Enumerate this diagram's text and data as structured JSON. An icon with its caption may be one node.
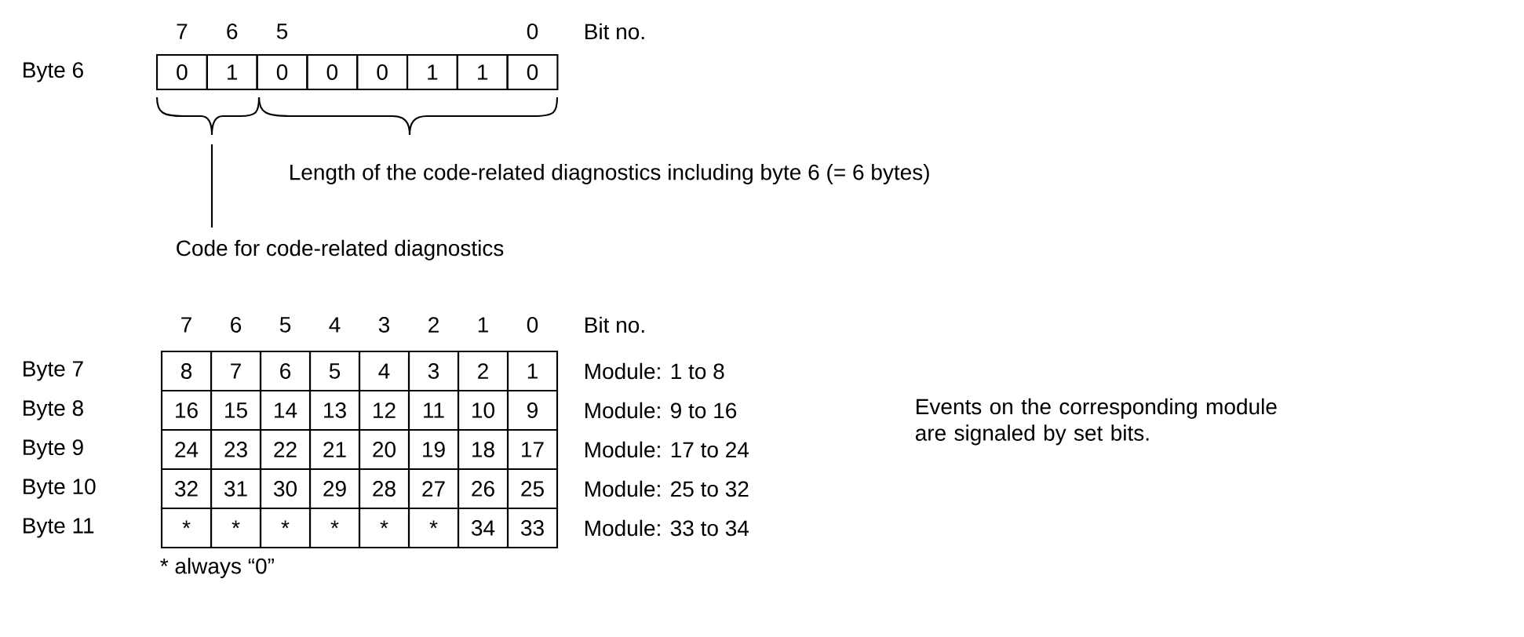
{
  "diagram": {
    "nodes": [
      {
        "text": [
          "Code for code-related diagnostics"
        ]
      },
      {
        "text": [],
        "shape": "brace"
      }
    ],
    "edges": [
      {
        "from": 0,
        "to": 1,
        "arrow": "none"
      }
    ],
    "labels": [
      "7",
      "6",
      "5",
      "0",
      "Bit no.",
      "Byte 6",
      "0",
      "1",
      "0",
      "0",
      "0",
      "1",
      "1",
      "0",
      "Length of the code-related diagnostics including byte 6 (= 6 bytes)",
      "7",
      "6",
      "5",
      "4",
      "3",
      "2",
      "1",
      "0",
      "Bit no.",
      "Byte 7",
      "8",
      "7",
      "6",
      "5",
      "4",
      "3",
      "2",
      "1",
      "Module: 1 to 8",
      "Byte 8",
      "16",
      "15",
      "14",
      "13",
      "12",
      "11",
      "10",
      "9",
      "Module: 9 to 16",
      "Byte 9",
      "24",
      "23",
      "22",
      "21",
      "20",
      "19",
      "18",
      "17",
      "Module: 17 to 24",
      "Byte 10",
      "32",
      "31",
      "30",
      "29",
      "28",
      "27",
      "26",
      "25",
      "Module: 25 to 32",
      "Byte 11",
      "*",
      "*",
      "*",
      "*",
      "*",
      "*",
      "34",
      "33",
      "Module: 33 to 34",
      "Events on the corresponding module are signaled by set bits.",
      "* always “0”"
    ]
  }
}
